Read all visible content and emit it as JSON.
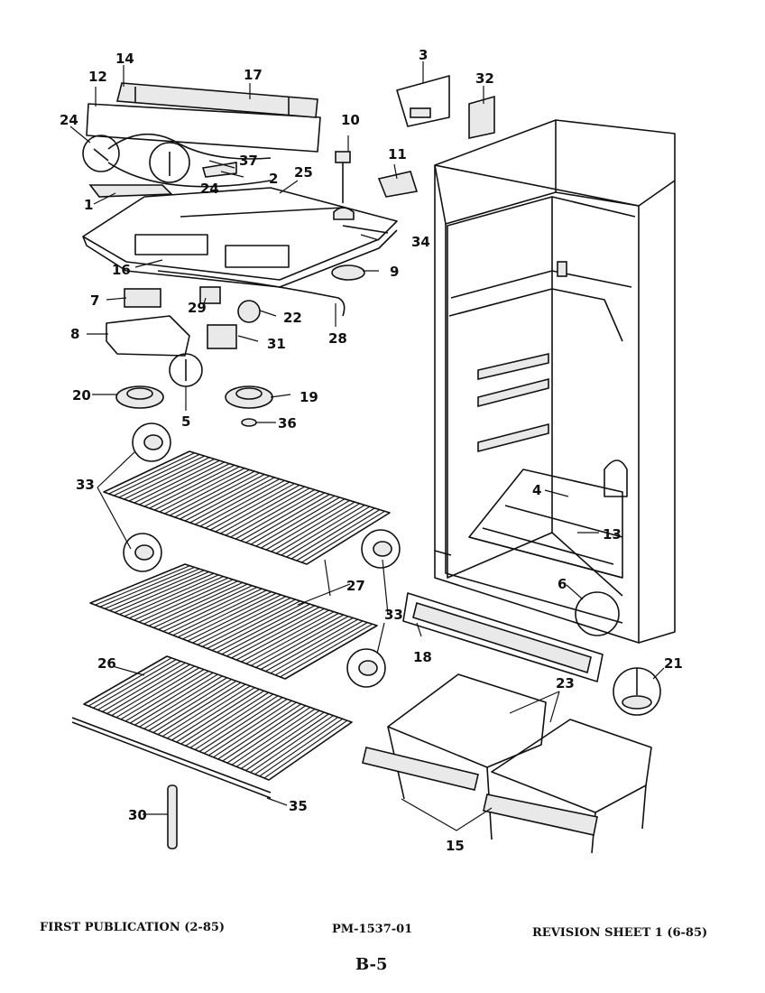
{
  "diagram": {
    "callouts": [
      "14",
      "17",
      "12",
      "3",
      "32",
      "10",
      "24",
      "37",
      "2",
      "25",
      "11",
      "1",
      "24",
      "34",
      "16",
      "9",
      "7",
      "29",
      "22",
      "28",
      "8",
      "31",
      "20",
      "19",
      "5",
      "36",
      "33",
      "27",
      "33",
      "26",
      "23",
      "21",
      "18",
      "4",
      "13",
      "6",
      "30",
      "35",
      "15"
    ]
  },
  "footer": {
    "first_publication": "FIRST PUBLICATION (2-85)",
    "part_number": "PM-1537-01",
    "revision": "REVISION SHEET 1 (6-85)",
    "page_number": "B-5"
  }
}
